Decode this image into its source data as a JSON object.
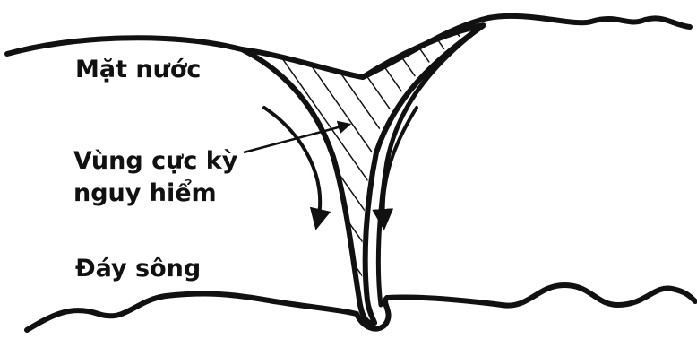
{
  "labels": {
    "water_surface": "Mặt nước",
    "danger_zone_line1": "Vùng cực kỳ",
    "danger_zone_line2": "nguy hiểm",
    "river_bed": "Đáy sông"
  },
  "colors": {
    "ink": "#111111",
    "background": "#ffffff"
  },
  "icons": [
    "down-arrow-icon",
    "pointer-arrow-icon"
  ]
}
